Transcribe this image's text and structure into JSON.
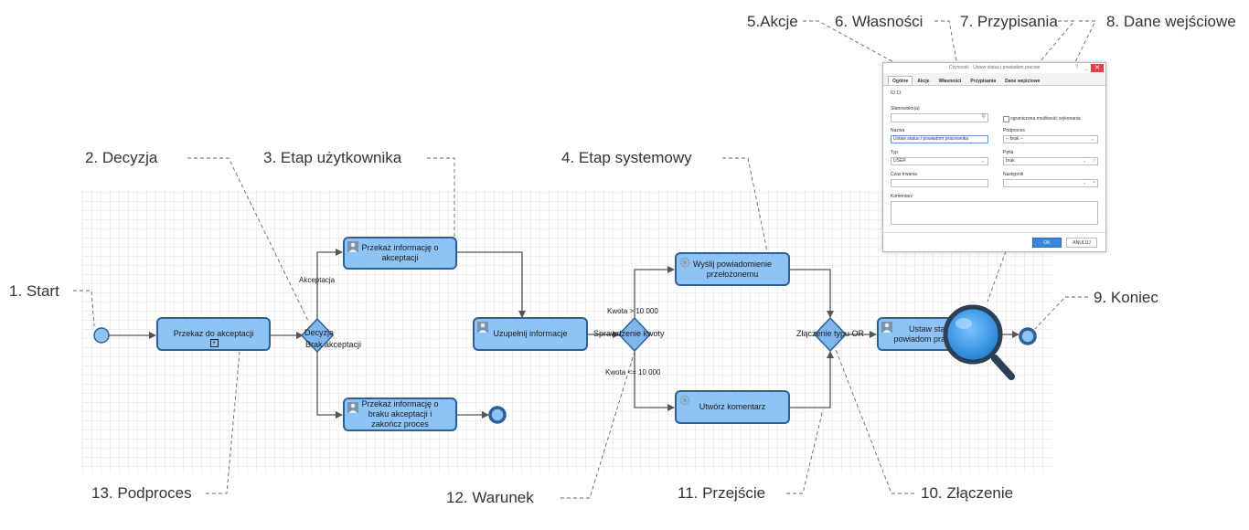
{
  "callouts": {
    "c1": "1. Start",
    "c2": "2. Decyzja",
    "c3": "3. Etap użytkownika",
    "c4": "4. Etap systemowy",
    "c5": "5.Akcje",
    "c6": "6. Własności",
    "c7": "7. Przypisania",
    "c8": "8. Dane wejściowe",
    "c9": "9. Koniec",
    "c10": "10. Złączenie",
    "c11": "11. Przejście",
    "c12": "12. Warunek",
    "c13": "13. Podproces"
  },
  "tasks": {
    "przekaz_do_akceptacji": "Przekaz do akceptacji",
    "przekaz_info_akceptacji": "Przekaż informację o akceptacji",
    "przekaz_info_braku": "Przekaż informację o braku akceptacji i zakończ proces",
    "uzupelnij": "Uzupełnij informacje",
    "wyslij": "Wyślij powiadomienie przełożonemu",
    "utworz": "Utwórz komentarz",
    "ustaw": "Ustaw status i powiadom pracownika",
    "subprocess_marker": "+"
  },
  "gateways": {
    "decyzja": "Decyzja",
    "brak_akceptacji": "Brak akceptacji",
    "sprawdzenie": "Sprawdzenie kwoty",
    "zlaczenie": "Złączenie typu OR"
  },
  "edges": {
    "akceptacja": "Akceptacja",
    "kwota_gt": "Kwota > 10 000",
    "kwota_le": "Kwota <= 10 000"
  },
  "dialog": {
    "title": "Czynność - Ustaw status i powiadom pracow",
    "help": "?",
    "minimize": "_",
    "close": "✕",
    "tabs": [
      "Ogólne",
      "Akcje",
      "Własności",
      "Przypisania",
      "Dane wejściowe"
    ],
    "id_label": "ID:11",
    "stanowisko_label": "Stanowisko(a)",
    "ograniczona_label": "ograniczona możliwość wykonania",
    "nazwa_label": "Nazwa",
    "nazwa_value": "Ustaw status i powiadom pracownika",
    "podproces_label": "Podproces",
    "podproces_value": "-- brak --",
    "typ_label": "Typ",
    "typ_value": "USER",
    "petla_label": "Pętla",
    "petla_value": "brak",
    "czas_label": "Czas trwania",
    "nastepnik_label": "Następnik",
    "komentarz_label": "Komentarz",
    "ok": "OK",
    "anuluj": "ANULUJ"
  },
  "colors": {
    "task_fill": "#8dc3f5",
    "task_border": "#2f5f97",
    "gateway_fill": "#7fb6ee",
    "magnifier": "#2e8fe0"
  }
}
